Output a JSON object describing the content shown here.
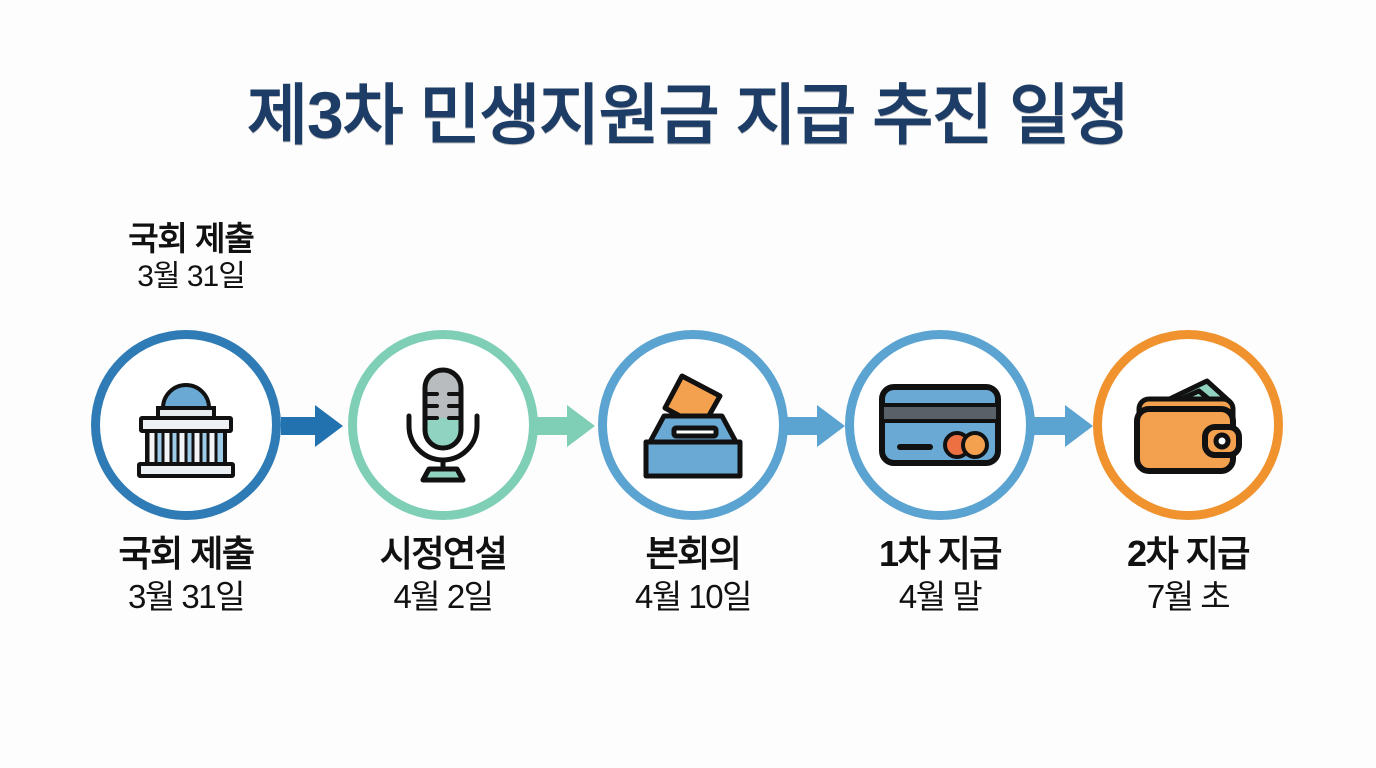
{
  "title": "제3차 민생지원금 지급 추진 일정",
  "callout": {
    "label": "국회 제출",
    "date": "3월 31일"
  },
  "colors": {
    "title": "#1d3d66",
    "text": "#111111",
    "background": "#fdfdfd",
    "ring_blue_dark": "#2e7bb5",
    "ring_mint": "#7fcfb6",
    "ring_blue": "#5ba3d0",
    "ring_orange": "#f0932f",
    "arrow_blue_dark": "#2372b0",
    "arrow_mint": "#7fcfb6",
    "arrow_blue": "#5ba3d0",
    "icon_blue": "#6aa9d3",
    "icon_orange": "#f3a14e",
    "icon_gray": "#b9bcbe",
    "icon_mint": "#8fd3c0",
    "icon_outline": "#111111"
  },
  "steps": [
    {
      "id": "step-submission",
      "icon": "capitol-building-icon",
      "label": "국회 제출",
      "date": "3월 31일",
      "ring_color": "#2e7bb5"
    },
    {
      "id": "step-policy-speech",
      "icon": "microphone-icon",
      "label": "시정연설",
      "date": "4월 2일",
      "ring_color": "#7fcfb6"
    },
    {
      "id": "step-plenary-session",
      "icon": "ballot-box-icon",
      "label": "본회의",
      "date": "4월 10일",
      "ring_color": "#5ba3d0"
    },
    {
      "id": "step-first-payment",
      "icon": "credit-card-icon",
      "label": "1차 지급",
      "date": "4월 말",
      "ring_color": "#5ba3d0"
    },
    {
      "id": "step-second-payment",
      "icon": "wallet-icon",
      "label": "2차 지급",
      "date": "7월 초",
      "ring_color": "#f0932f"
    }
  ],
  "arrows": [
    {
      "id": "arrow-1",
      "icon": "arrow-right-icon",
      "color": "#2372b0"
    },
    {
      "id": "arrow-2",
      "icon": "arrow-right-icon",
      "color": "#7fcfb6"
    },
    {
      "id": "arrow-3",
      "icon": "arrow-right-icon",
      "color": "#5ba3d0"
    },
    {
      "id": "arrow-4",
      "icon": "arrow-right-icon",
      "color": "#5ba3d0"
    }
  ]
}
